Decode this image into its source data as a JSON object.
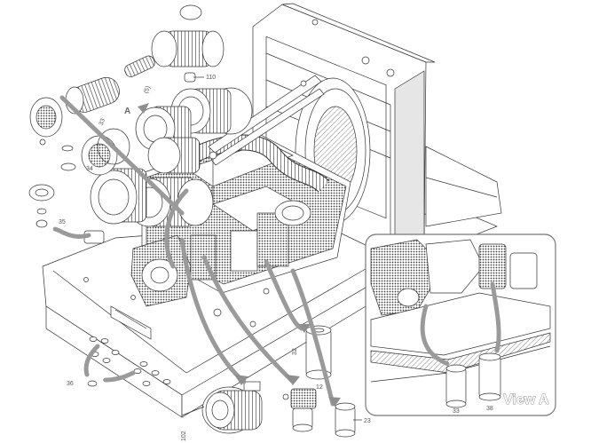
{
  "callouts": {
    "c_upper_tube": "(5)",
    "c_top_right": "110",
    "c_left_filter": "33",
    "c_left_mid": "34",
    "c_left_low": "35",
    "c_left_base": "36",
    "c_bottom_left": "102",
    "c_canister_mid": "32",
    "c_filter_main": "12",
    "c_filter_small": "23",
    "c_inset_left": "33",
    "c_inset_right": "38"
  },
  "view_label": "View A",
  "view_marker_letter": "A",
  "colors": {
    "line": "#333333",
    "arrow": "#9a9a9a",
    "inset_border": "#777777"
  }
}
